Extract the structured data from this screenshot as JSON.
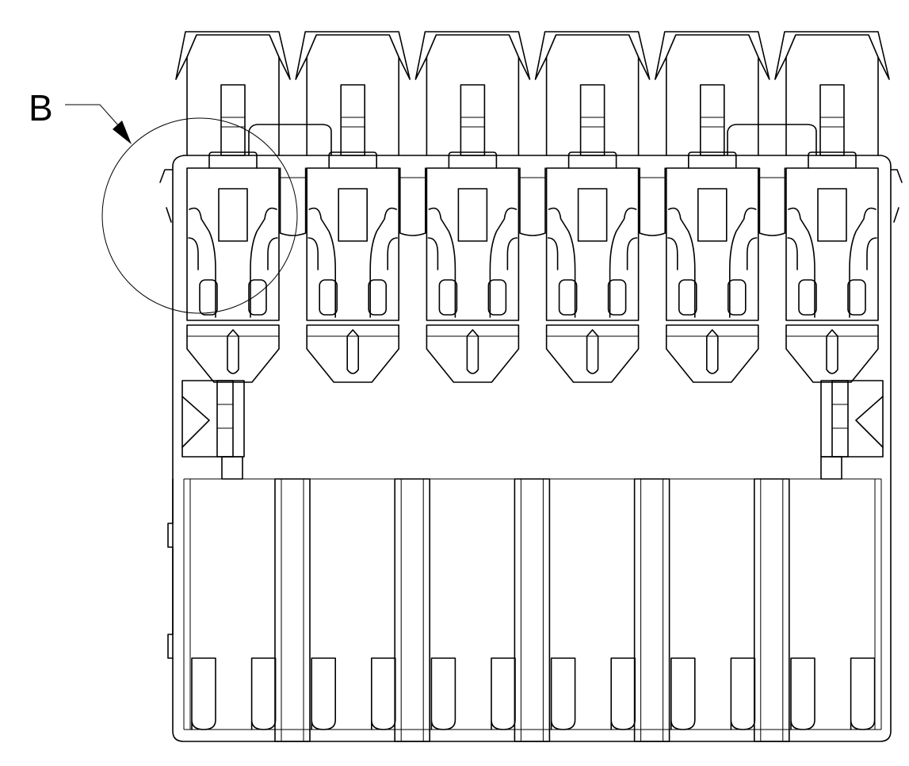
{
  "diagram": {
    "detail_label": "B",
    "colors": {
      "line": "#000000",
      "background": "#ffffff"
    },
    "connector": {
      "cavity_count": 6,
      "bottom_slot_count": 12
    }
  }
}
